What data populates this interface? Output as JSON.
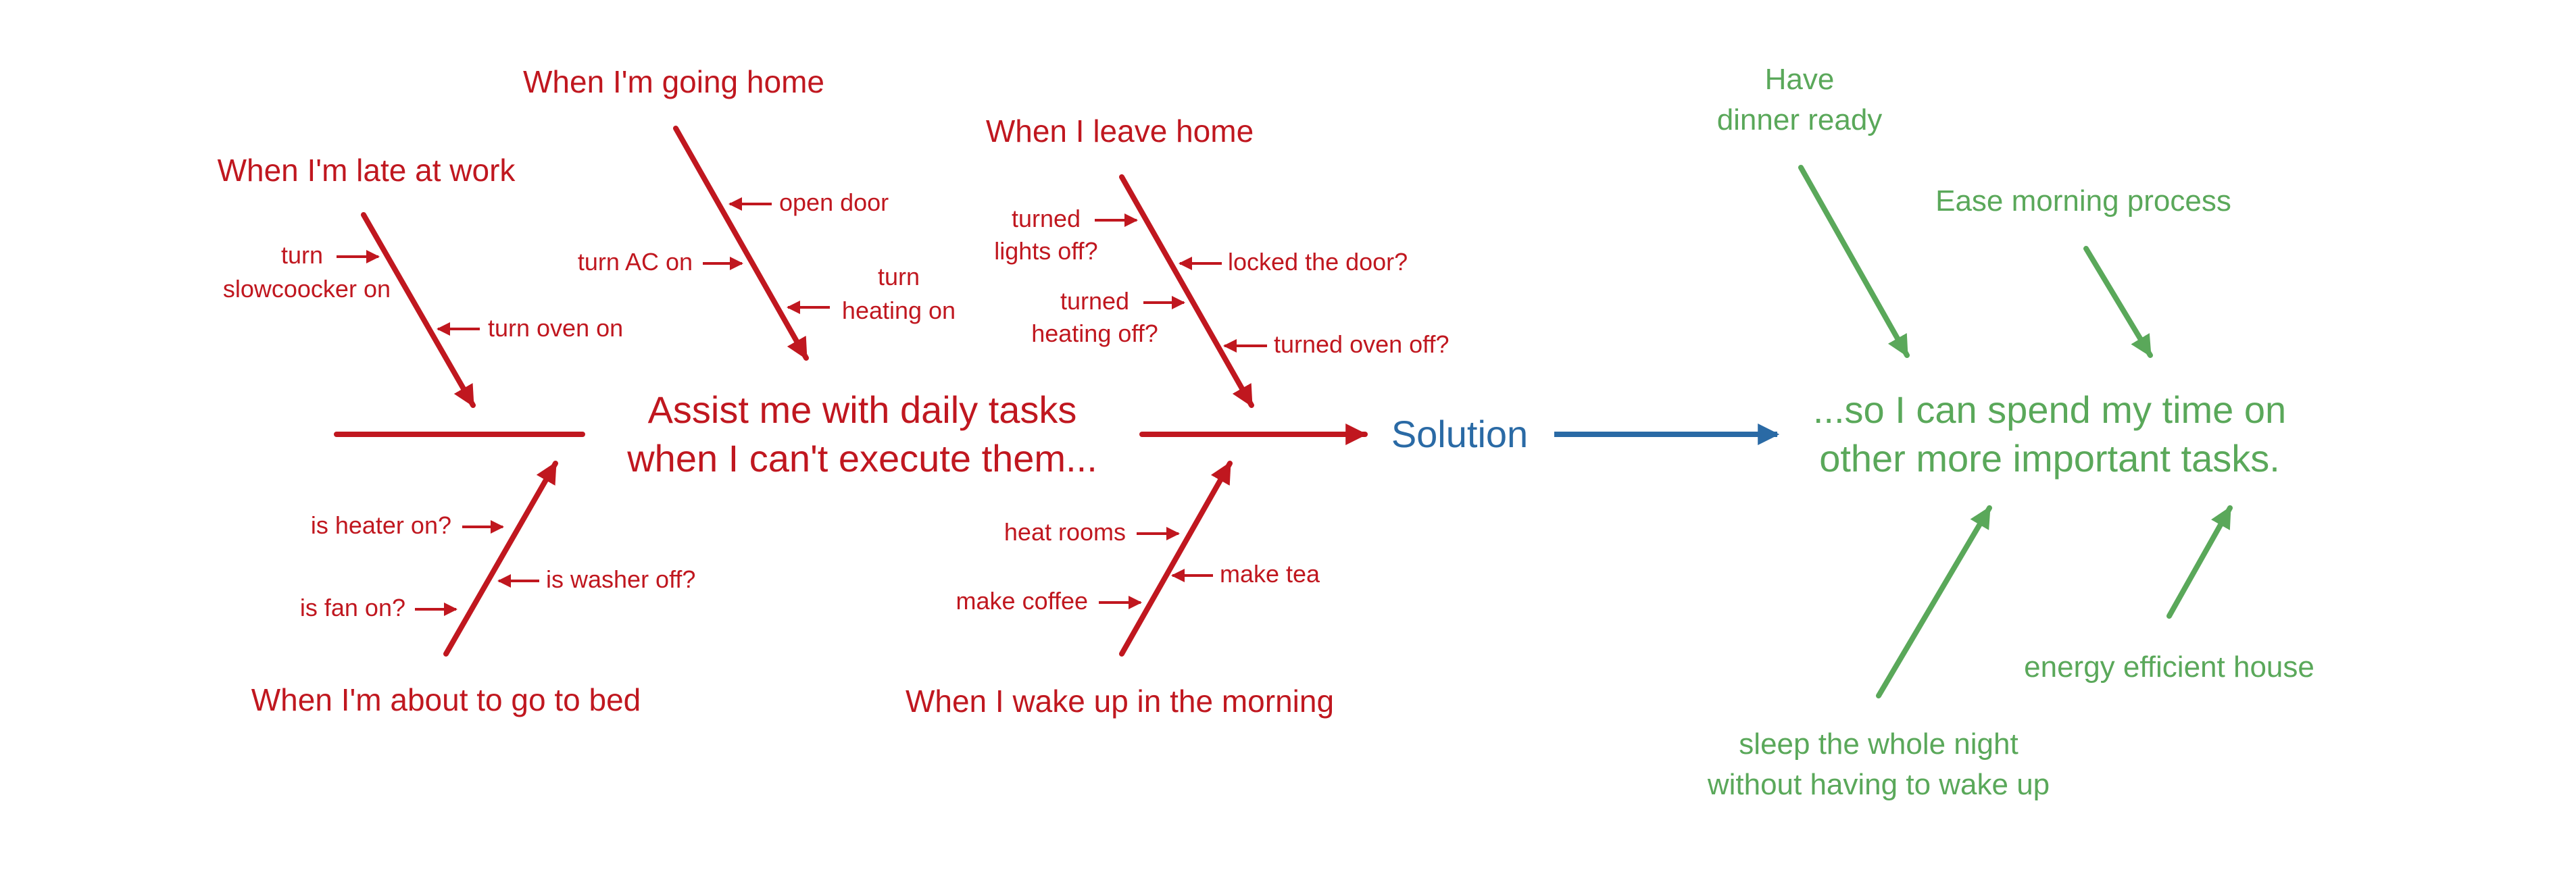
{
  "colors": {
    "problem": "#c0171f",
    "solution": "#2a6aa5",
    "benefit": "#5aa85a"
  },
  "problem": {
    "line1": "Assist me with daily tasks",
    "line2": "when I can't execute them..."
  },
  "solution_label": "Solution",
  "goal": {
    "line1": "...so I can spend my time on",
    "line2": "other more important tasks."
  },
  "bones": {
    "late_at_work": {
      "title": "When I'm late at work",
      "c1_line1": "turn",
      "c1_line2": "slowcoocker on",
      "c2": "turn oven on"
    },
    "going_home": {
      "title": "When I'm going home",
      "c1": "open door",
      "c2": "turn AC on",
      "c3_line1": "turn",
      "c3_line2": "heating on"
    },
    "leave_home": {
      "title": "When I leave home",
      "c1_line1": "turned",
      "c1_line2": "lights off?",
      "c2": "locked the door?",
      "c3_line1": "turned",
      "c3_line2": "heating off?",
      "c4": "turned oven off?"
    },
    "go_to_bed": {
      "title": "When I'm about to go to bed",
      "c1": "is heater on?",
      "c2": "is washer off?",
      "c3": "is fan on?"
    },
    "wake_up": {
      "title": "When I wake up in the morning",
      "c1": "heat rooms",
      "c2": "make tea",
      "c3": "make coffee"
    }
  },
  "benefits": {
    "dinner_line1": "Have",
    "dinner_line2": "dinner ready",
    "morning": "Ease morning process",
    "sleep_line1": "sleep the whole night",
    "sleep_line2": "without having to wake up",
    "energy": "energy efficient house"
  }
}
